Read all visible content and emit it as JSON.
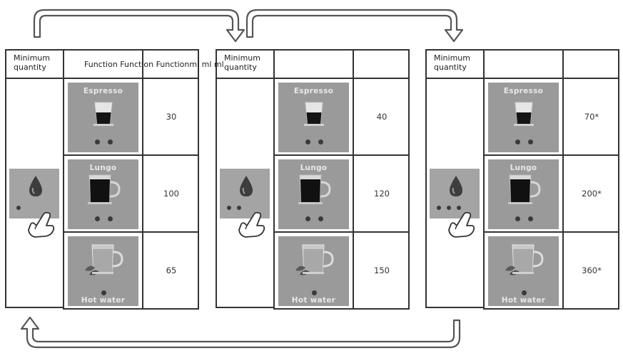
{
  "header": {
    "min_qty": [
      "Minimum",
      "quantity"
    ],
    "function_overlay": "Function Function Functionml ml ml"
  },
  "drinks": {
    "espresso": "Espresso",
    "lungo": "Lungo",
    "hot_water": "Hot water"
  },
  "panels": [
    {
      "dots": 1,
      "values": [
        "30",
        "100",
        "65"
      ]
    },
    {
      "dots": 2,
      "values": [
        "40",
        "120",
        "150"
      ]
    },
    {
      "dots": 3,
      "values": [
        "70*",
        "200*",
        "360*"
      ]
    }
  ],
  "colors": {
    "tile": "#9a9a9a",
    "border": "#333333",
    "arrow": "#555555"
  },
  "icons": [
    "water-drop-icon",
    "finger-press-icon",
    "espresso-cup-icon",
    "lungo-cup-icon",
    "hot-water-cup-icon"
  ]
}
